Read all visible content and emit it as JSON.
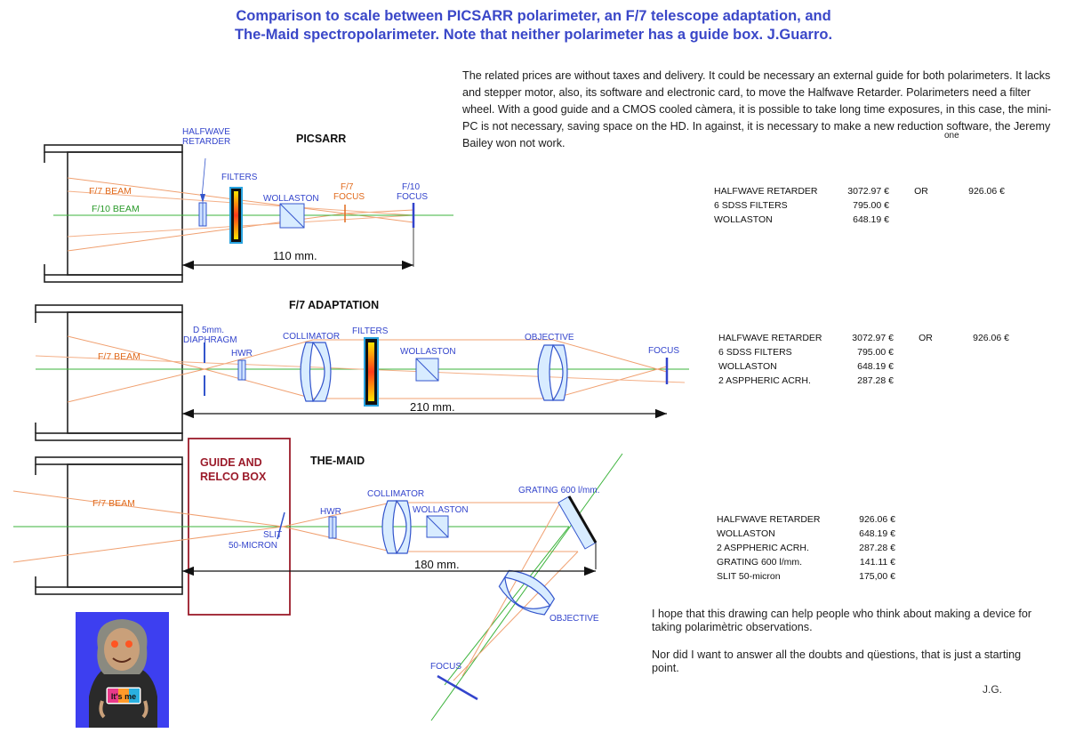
{
  "title": {
    "line1": "Comparison to scale between PICSARR polarimeter, an F/7 telescope adaptation, and",
    "line2": "The-Maid spectropolarimeter. Note that neither polarimeter has a guide box. J.Guarro."
  },
  "intro": {
    "text": "The related prices are without taxes and delivery. It could be necessary an external guide for both polarimeters. It lacks and stepper motor, also, its software and electronic card, to move the Halfwave Retarder. Polarimeters need a filter wheel. With a good guide and a CMOS cooled càmera, it is possible to take long time exposures, in this case, the mini-PC is not necessary, saving space on the HD. In against, it is necessary to make a new reduction software, the  Jeremy Bailey won not work.",
    "one": "one"
  },
  "picsarr": {
    "title": "PICSARR",
    "halfwave1": "HALFWAVE",
    "halfwave2": "RETARDER",
    "filters": "FILTERS",
    "wollaston": "WOLLASTON",
    "f7focus1": "F/7",
    "f7focus2": "FOCUS",
    "f10focus1": "F/10",
    "f10focus2": "FOCUS",
    "f7beam": "F/7 BEAM",
    "f10beam": "F/10 BEAM",
    "distance": "110 mm."
  },
  "adaptation": {
    "title": "F/7 ADAPTATION",
    "diaphragm1": "D 5mm.",
    "diaphragm2": "DIAPHRAGM",
    "hwr": "HWR",
    "collimator": "COLLIMATOR",
    "filters": "FILTERS",
    "wollaston": "WOLLASTON",
    "objective": "OBJECTIVE",
    "focus": "FOCUS",
    "f7beam": "F/7 BEAM",
    "distance": "210 mm."
  },
  "maid": {
    "title": "THE-MAID",
    "guide1": "GUIDE  AND",
    "guide2": "RELCO BOX",
    "f7beam": "F/7 BEAM",
    "slit1": "SLIT",
    "slit2": "50-MICRON",
    "hwr": "HWR",
    "collimator": "COLLIMATOR",
    "wollaston": "WOLLASTON",
    "grating": "GRATING 600 l/mm.",
    "objective": "OBJECTIVE",
    "focus": "FOCUS",
    "distance": "180 mm."
  },
  "prices_picsarr": [
    {
      "name": "HALFWAVE RETARDER",
      "value": "3072.97 €",
      "or": "OR",
      "alt": "926.06 €"
    },
    {
      "name": "6 SDSS FILTERS",
      "value": "795.00 €"
    },
    {
      "name": "WOLLASTON",
      "value": "648.19 €"
    }
  ],
  "prices_adaptation": [
    {
      "name": "HALFWAVE RETARDER",
      "value": "3072.97 €",
      "or": "OR",
      "alt": "926.06 €"
    },
    {
      "name": "6 SDSS FILTERS",
      "value": "795.00 €"
    },
    {
      "name": "WOLLASTON",
      "value": "648.19 €"
    },
    {
      "name": "2 ASPPHERIC ACRH.",
      "value": "287.28 €"
    }
  ],
  "prices_maid": [
    {
      "name": "HALFWAVE RETARDER",
      "value": "926.06 €"
    },
    {
      "name": "WOLLASTON",
      "value": "648.19 €"
    },
    {
      "name": "2 ASPPHERIC ACRH.",
      "value": "287.28 €"
    },
    {
      "name": "GRATING 600 l/mm.",
      "value": "141.11 €"
    },
    {
      "name": "SLIT 50-micron",
      "value": "175,00 €"
    }
  ],
  "note": {
    "p1": "I hope that this drawing can help people who think about making a device for taking polarimètric observations.",
    "p2": "Nor did I want to answer all the doubts and qüestions, that is just a starting point."
  },
  "signature": "J.G.",
  "badge": "It's me",
  "colors": {
    "title": "#3a47c8",
    "blue_label": "#3344cc",
    "orange_label": "#e06a1c",
    "green_beam": "#3bb33b",
    "orange_beam": "#f0a070",
    "guide_box": "#9b1b2a"
  }
}
